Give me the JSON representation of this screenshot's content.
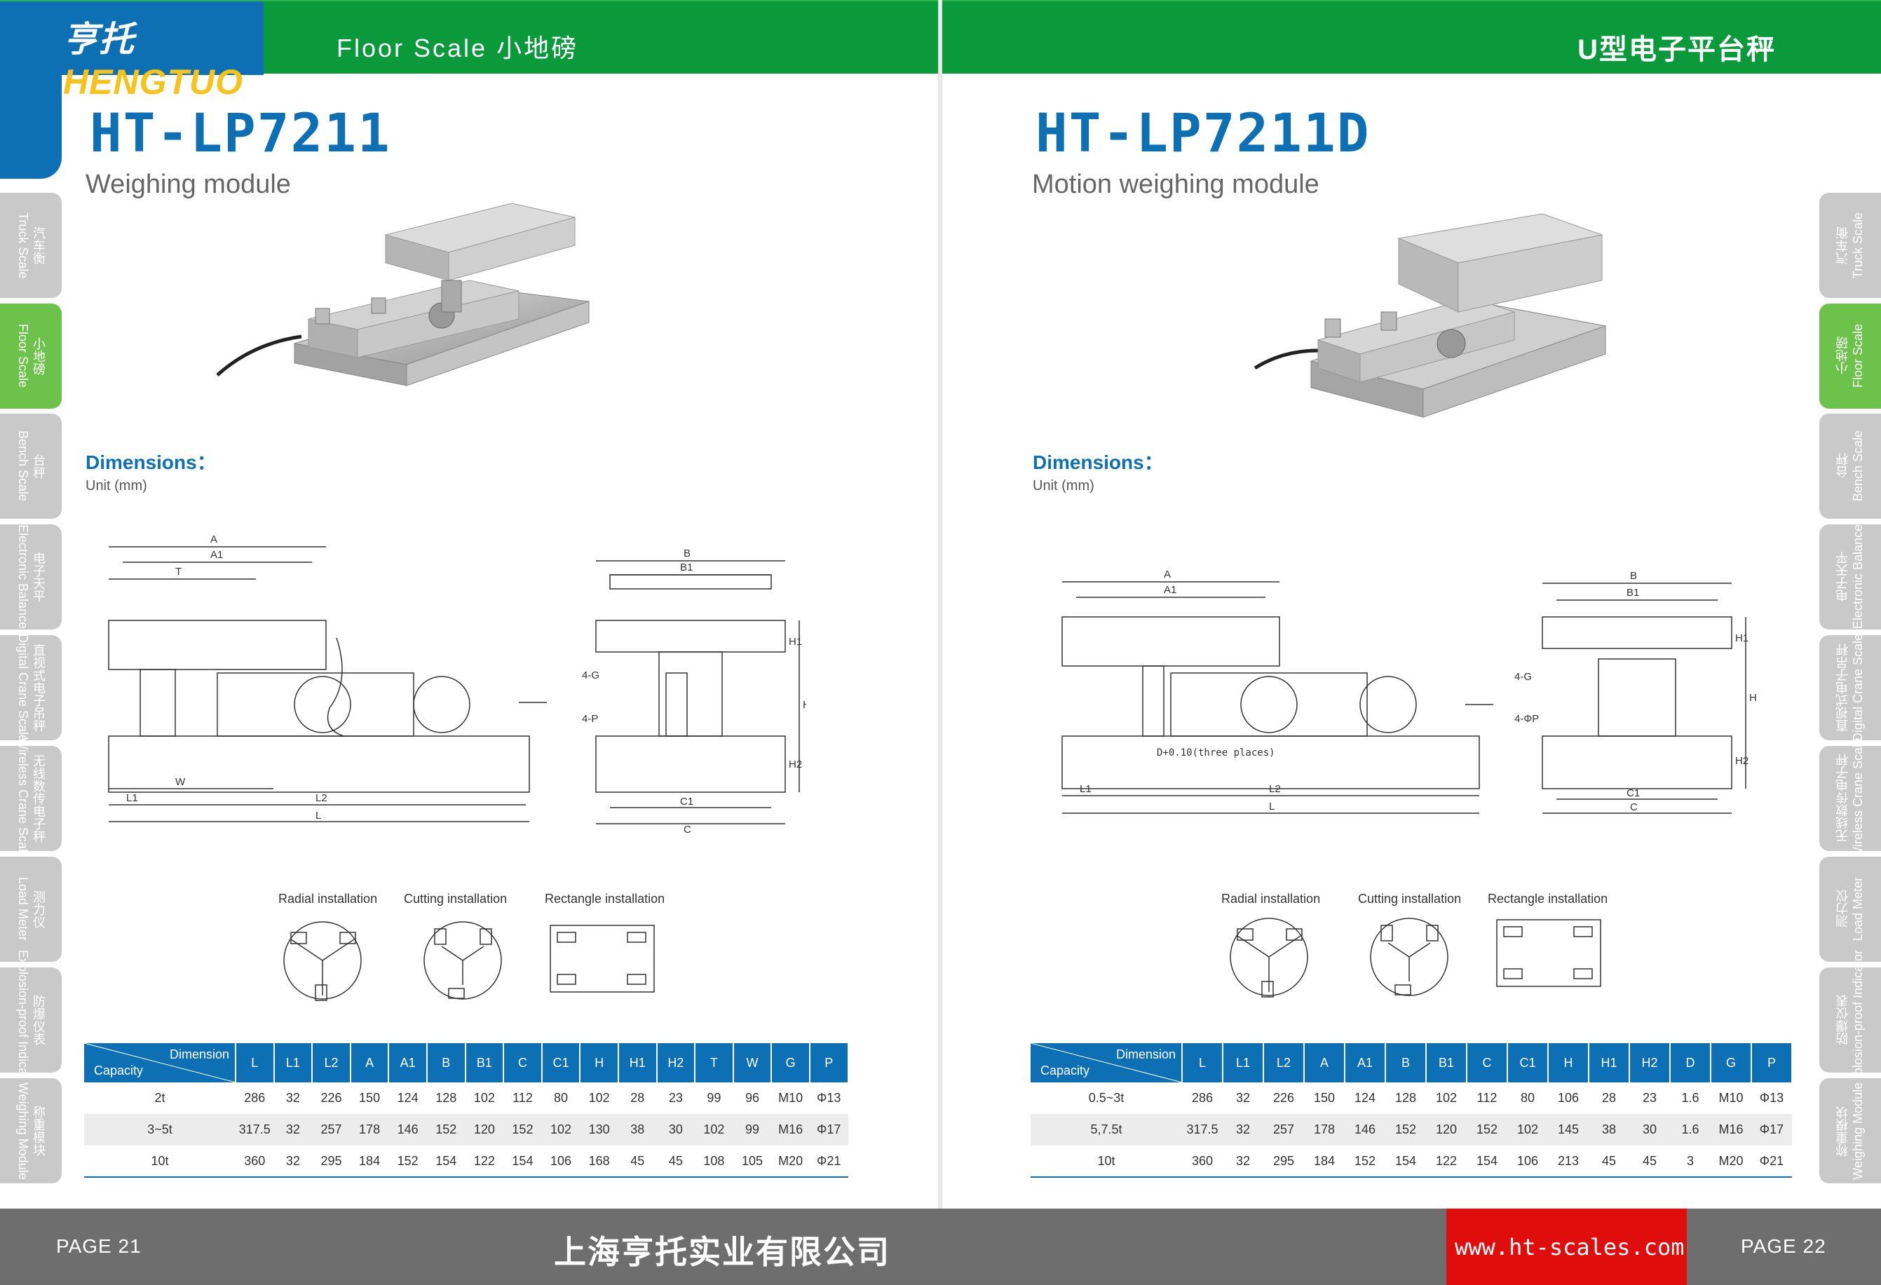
{
  "header": {
    "logo_cn": "亨托",
    "logo_en": "HENGTUO",
    "left_title": "Floor Scale  小地磅",
    "right_title": "U型电子平台秤"
  },
  "side_tabs": [
    {
      "cn": "汽车衡",
      "en": "Truck Scale",
      "active": false
    },
    {
      "cn": "小地磅",
      "en": "Floor Scale",
      "active": true
    },
    {
      "cn": "台秤",
      "en": "Bench Scale",
      "active": false
    },
    {
      "cn": "电子天平",
      "en": "Electronic Balance",
      "active": false
    },
    {
      "cn": "直视式电子吊秤",
      "en": "Digital Crane Scale",
      "active": false
    },
    {
      "cn": "无线数传电子秤",
      "en": "Wireless Crane Scale",
      "active": false
    },
    {
      "cn": "测力仪",
      "en": "Load Meter",
      "active": false
    },
    {
      "cn": "防爆仪表",
      "en": "Explosion-proof Indicator",
      "active": false
    },
    {
      "cn": "称重模块",
      "en": "Weighing Module",
      "active": false
    }
  ],
  "left": {
    "model": "HT-LP7211",
    "subtitle": "Weighing module",
    "dim_title": "Dimensions：",
    "unit": "Unit (mm)",
    "install": [
      "Radial installation",
      "Cutting installation",
      "Rectangle installation"
    ],
    "table": {
      "header_dim": "Dimension",
      "header_cap": "Capacity",
      "columns": [
        "L",
        "L1",
        "L2",
        "A",
        "A1",
        "B",
        "B1",
        "C",
        "C1",
        "H",
        "H1",
        "H2",
        "T",
        "W",
        "G",
        "P"
      ],
      "rows": [
        [
          "2t",
          "286",
          "32",
          "226",
          "150",
          "124",
          "128",
          "102",
          "112",
          "80",
          "102",
          "28",
          "23",
          "99",
          "96",
          "M10",
          "Φ13"
        ],
        [
          "3~5t",
          "317.5",
          "32",
          "257",
          "178",
          "146",
          "152",
          "120",
          "152",
          "102",
          "130",
          "38",
          "30",
          "102",
          "99",
          "M16",
          "Φ17"
        ],
        [
          "10t",
          "360",
          "32",
          "295",
          "184",
          "152",
          "154",
          "122",
          "154",
          "106",
          "168",
          "45",
          "45",
          "108",
          "105",
          "M20",
          "Φ21"
        ]
      ]
    }
  },
  "right": {
    "model": "HT-LP7211D",
    "subtitle": "Motion weighing module",
    "dim_title": "Dimensions：",
    "unit": "Unit (mm)",
    "install": [
      "Radial installation",
      "Cutting installation",
      "Rectangle installation"
    ],
    "drawing_note": "D+0.10(three places)",
    "table": {
      "header_dim": "Dimension",
      "header_cap": "Capacity",
      "columns": [
        "L",
        "L1",
        "L2",
        "A",
        "A1",
        "B",
        "B1",
        "C",
        "C1",
        "H",
        "H1",
        "H2",
        "D",
        "G",
        "P"
      ],
      "rows": [
        [
          "0.5~3t",
          "286",
          "32",
          "226",
          "150",
          "124",
          "128",
          "102",
          "112",
          "80",
          "106",
          "28",
          "23",
          "1.6",
          "M10",
          "Φ13"
        ],
        [
          "5,7.5t",
          "317.5",
          "32",
          "257",
          "178",
          "146",
          "152",
          "120",
          "152",
          "102",
          "145",
          "38",
          "30",
          "1.6",
          "M16",
          "Φ17"
        ],
        [
          "10t",
          "360",
          "32",
          "295",
          "184",
          "152",
          "154",
          "122",
          "154",
          "106",
          "213",
          "45",
          "45",
          "3",
          "M20",
          "Φ21"
        ]
      ]
    }
  },
  "footer": {
    "page_left": "PAGE  21",
    "company": "上海亨托实业有限公司",
    "url": "www.ht-scales.com",
    "page_right": "PAGE  22"
  },
  "drawing_labels": {
    "A": "A",
    "A1": "A1",
    "T": "T",
    "W": "W",
    "L": "L",
    "L1": "L1",
    "L2": "L2",
    "B": "B",
    "B1": "B1",
    "C": "C",
    "C1": "C1",
    "H": "H",
    "H1": "H1",
    "H2": "H2",
    "G4": "4-G",
    "P4": "4-P",
    "P4phi": "4-ΦP"
  },
  "colors": {
    "brand_blue": "#0d6fb4",
    "brand_green": "#0b9a3b",
    "tab_active": "#6cc24a",
    "url_red": "#e00d0d"
  }
}
